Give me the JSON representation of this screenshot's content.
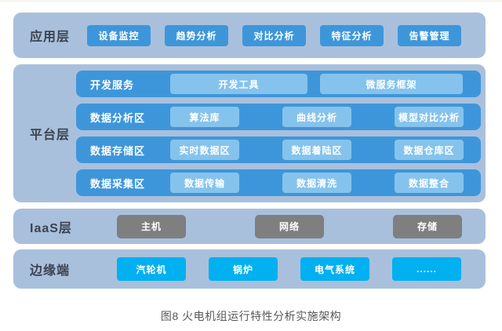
{
  "colors": {
    "layer-bg": "#a9c0dc",
    "btn-blue": "#3e96da",
    "btn-light": "#85c3ec",
    "btn-gray": "#7f7f7f",
    "btn-cyan": "#00b0f0",
    "label-color": "#3c4350",
    "caption-color": "#595959"
  },
  "layers": {
    "application": {
      "label": "应用层",
      "items": [
        "设备监控",
        "趋势分析",
        "对比分析",
        "特征分析",
        "告警管理"
      ]
    },
    "platform": {
      "label": "平台层",
      "rows": [
        {
          "label": "开发服务",
          "items": [
            "开发工具",
            "微服务框架"
          ]
        },
        {
          "label": "数据分析区",
          "items": [
            "算法库",
            "曲线分析",
            "模型对比分析"
          ]
        },
        {
          "label": "数据存储区",
          "items": [
            "实时数据区",
            "数据着陆区",
            "数据仓库区"
          ]
        },
        {
          "label": "数据采集区",
          "items": [
            "数据传输",
            "数据清洗",
            "数据整合"
          ]
        }
      ]
    },
    "iaas": {
      "label": "IaaS层",
      "items": [
        "主机",
        "网络",
        "存储"
      ]
    },
    "edge": {
      "label": "边缘端",
      "items": [
        "汽轮机",
        "锅炉",
        "电气系统",
        "......"
      ]
    }
  },
  "caption": "图8 火电机组运行特性分析实施架构"
}
